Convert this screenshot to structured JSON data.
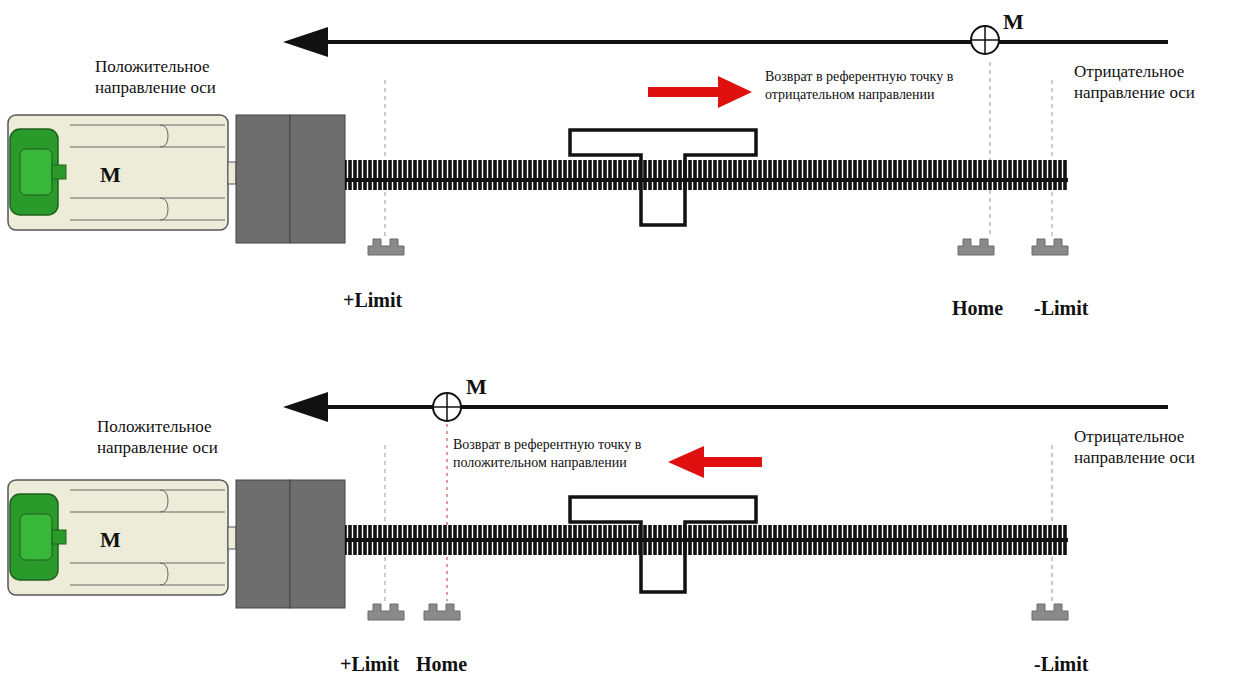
{
  "diagram": {
    "labels": [
      "M",
      "Положительное направление оси",
      "M",
      "Возврат в референтную точку в отрицательном направлении",
      "Отрицательное направление оси",
      "+Limit",
      "Home",
      "-Limit",
      "M",
      "Положительное направление оси",
      "Возврат в референтную точку в положительном направлении",
      "M",
      "Отрицательное направление оси",
      "+Limit",
      "Home",
      "-Limit"
    ]
  }
}
